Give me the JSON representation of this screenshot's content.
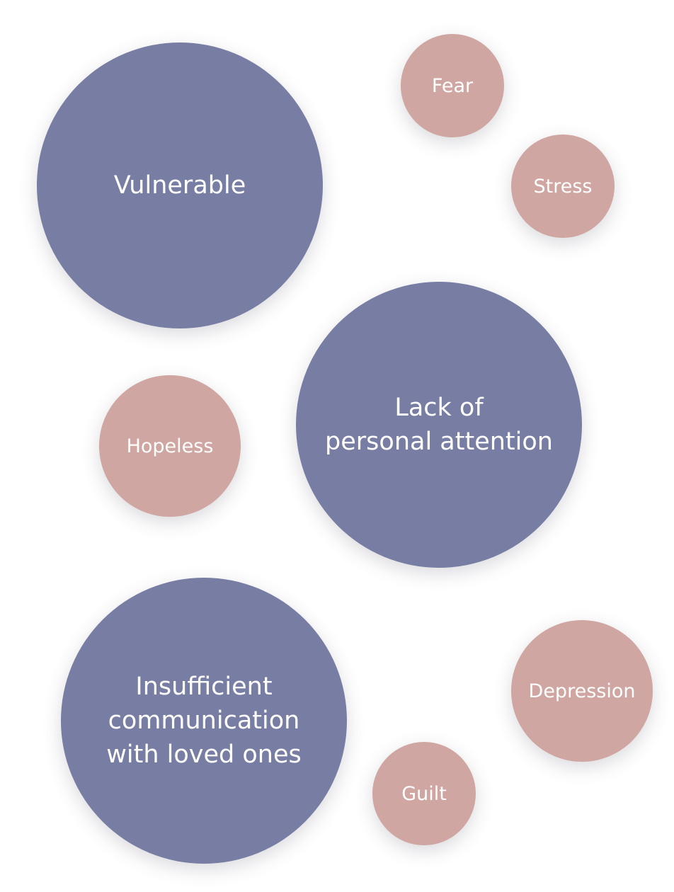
{
  "colors": {
    "primary_bubble": "#787ea3",
    "secondary_bubble": "#cfa6a1",
    "text": "#ffffff",
    "background": "#ffffff"
  },
  "major_factors": [
    {
      "label": "Vulnerable"
    },
    {
      "label": "Lack of\npersonal attention"
    },
    {
      "label": "Insufficient\ncommunication\nwith loved ones"
    }
  ],
  "emotions": [
    {
      "label": "Fear"
    },
    {
      "label": "Stress"
    },
    {
      "label": "Hopeless"
    },
    {
      "label": "Depression"
    },
    {
      "label": "Guilt"
    }
  ]
}
